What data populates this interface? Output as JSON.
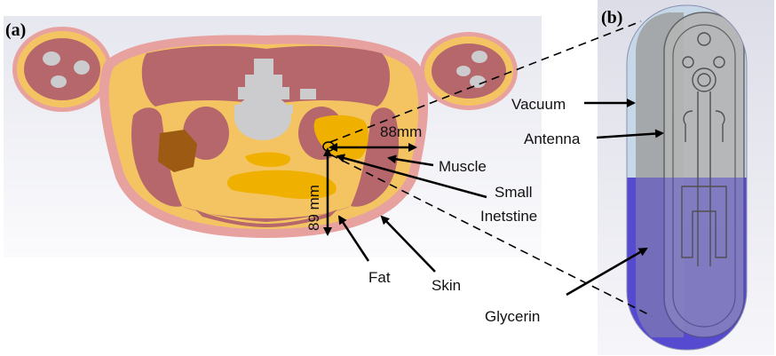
{
  "panels": {
    "a": {
      "label": "(a)"
    },
    "b": {
      "label": "(b)"
    }
  },
  "dimensions": {
    "horizontal": "88mm",
    "vertical": "89 mm"
  },
  "tissue_labels": {
    "muscle": "Muscle",
    "small_intestine_line1": "Small",
    "small_intestine_line2": "Inetstine",
    "fat": "Fat",
    "skin": "Skin"
  },
  "capsule_labels": {
    "vacuum": "Vacuum",
    "antenna": "Antenna",
    "glycerin": "Glycerin"
  },
  "colors": {
    "background_gradient_top": "#e7e8f0",
    "background_gradient_bottom": "#fbfbfd",
    "skin": "#e7a2a0",
    "fat": "#f4c463",
    "muscle": "#b5676b",
    "organ_grey": "#cccbcd",
    "liver": "#9c5a12",
    "intestine": "#f0b000",
    "capsule_upper": "#c6d8e8",
    "capsule_lower": "#5f55cf",
    "antenna": "#a3a4a3"
  }
}
